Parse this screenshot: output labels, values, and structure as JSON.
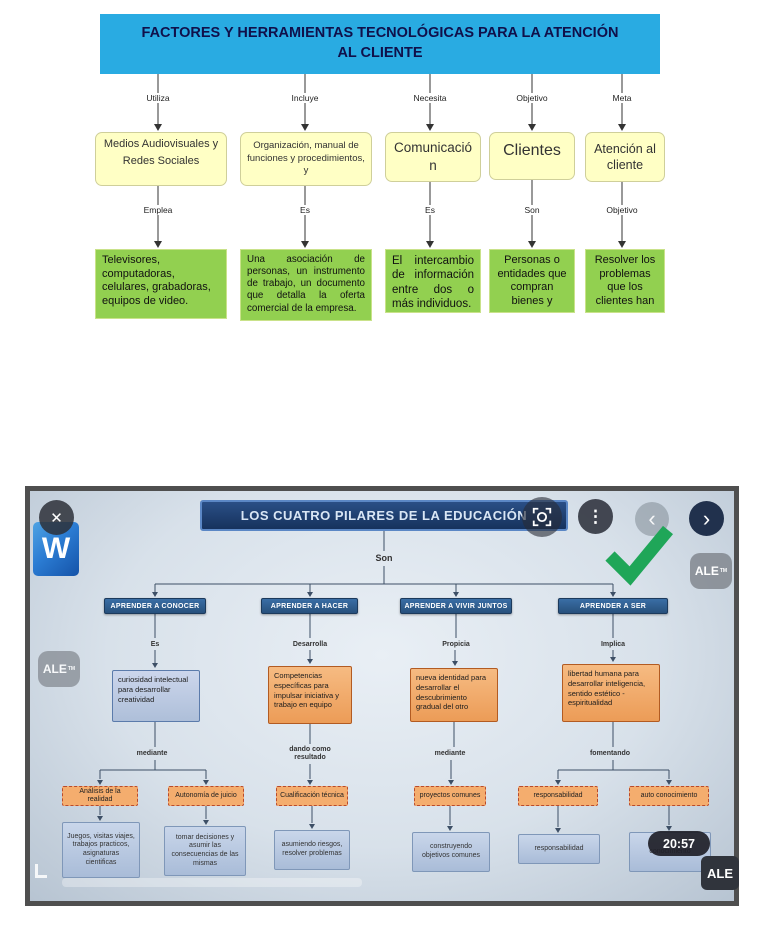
{
  "icons": {
    "close": "✕",
    "menu": "⋮",
    "prev": "‹",
    "next": "›",
    "word_logo": "W",
    "tm": "TM"
  },
  "top_diagram": {
    "title": "FACTORES Y HERRAMIENTAS TECNOLÓGICAS PARA LA ATENCIÓN AL CLIENTE",
    "columns": [
      {
        "relation": "Utiliza",
        "concept": "Medios Audiovisuales y Redes Sociales",
        "relation2": "Emplea",
        "detail": "Televisores, computadoras, celulares,  grabadoras, equipos de video."
      },
      {
        "relation": "Incluye",
        "concept": "Organización, manual de funciones y procedimientos, y",
        "relation2": "Es",
        "detail": "Una asociación de personas, un instrumento de trabajo, un documento que detalla la oferta comercial de la empresa."
      },
      {
        "relation": "Necesita",
        "concept": "Comunicación",
        "relation2": "Es",
        "detail": "El intercambio de información entre dos o más individuos."
      },
      {
        "relation": "Objetivo",
        "concept": "Clientes",
        "relation2": "Son",
        "detail": "Personas o entidades que compran bienes y"
      },
      {
        "relation": "Meta",
        "concept": "Atención al cliente",
        "relation2": "Objetivo",
        "detail": "Resolver los problemas que los clientes han"
      }
    ]
  },
  "video": {
    "title": "LOS CUATRO PILARES DE LA EDUCACIÓN",
    "root_relation": "Son",
    "duration": "20:57",
    "watermark": "ALE",
    "pillars": [
      {
        "header": "APRENDER A CONOCER",
        "relation": "Es",
        "concept": "curiosidad intelectual para desarrollar creatividad",
        "relation2": "mediante",
        "branches": [
          {
            "label": "Análisis de la realidad",
            "detail": "Juegos, visitas viajes, trabajos practicos, asignaturas cientificas"
          },
          {
            "label": "Autonomía de juicio",
            "detail": "tomar decisiones y asumir las consecuencias de las mismas"
          }
        ]
      },
      {
        "header": "APRENDER A HACER",
        "relation": "Desarrolla",
        "concept": "Competencias específicas  para impulsar iniciativa y trabajo en equipo",
        "relation2": "dando como resultado",
        "branches": [
          {
            "label": "Cualificación técnica",
            "detail": "asumiendo riesgos, resolver problemas"
          }
        ]
      },
      {
        "header": "APRENDER A VIVIR JUNTOS",
        "relation": "Propicia",
        "concept": "nueva identidad para desarrollar el descubrimiento gradual del otro",
        "relation2": "mediante",
        "branches": [
          {
            "label": "proyectos comunes",
            "detail": "construyendo objetivos comunes"
          }
        ]
      },
      {
        "header": "APRENDER A SER",
        "relation": "Implica",
        "concept": "libertad humana para desarrollar inteligencia, sentido estético - espiritualidad",
        "relation2": "fomentando",
        "branches": [
          {
            "label": "responsabilidad",
            "detail": "responsabilidad"
          },
          {
            "label": "auto conocimiento",
            "detail": "conocimiento"
          }
        ]
      }
    ]
  }
}
